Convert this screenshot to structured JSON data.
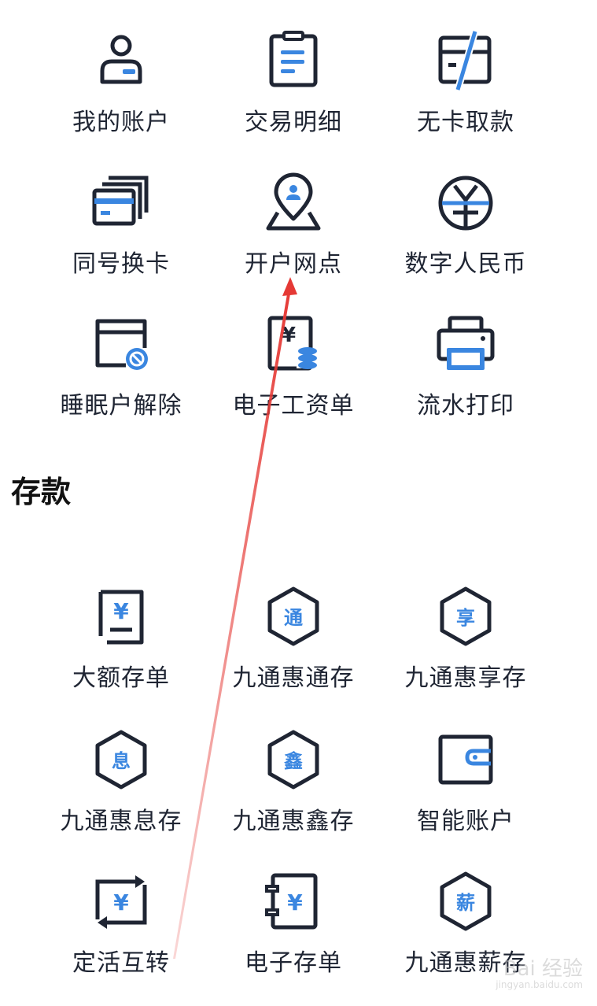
{
  "top_grid": [
    {
      "label": "我的账户",
      "icon": "user-account-icon"
    },
    {
      "label": "交易明细",
      "icon": "transaction-details-icon"
    },
    {
      "label": "无卡取款",
      "icon": "cardless-withdrawal-icon"
    },
    {
      "label": "同号换卡",
      "icon": "card-replace-icon"
    },
    {
      "label": "开户网点",
      "icon": "branch-location-icon"
    },
    {
      "label": "数字人民币",
      "icon": "digital-rmb-icon"
    },
    {
      "label": "睡眠户解除",
      "icon": "dormant-account-icon"
    },
    {
      "label": "电子工资单",
      "icon": "e-payslip-icon"
    },
    {
      "label": "流水打印",
      "icon": "printer-icon"
    }
  ],
  "deposit_section": {
    "title": "存款",
    "items": [
      {
        "label": "大额存单",
        "icon": "large-deposit-icon",
        "glyph": "¥"
      },
      {
        "label": "九通惠通存",
        "icon": "jiutong-tong-icon",
        "glyph": "通"
      },
      {
        "label": "九通惠享存",
        "icon": "jiutong-xiang-icon",
        "glyph": "享"
      },
      {
        "label": "九通惠息存",
        "icon": "jiutong-xi-icon",
        "glyph": "息"
      },
      {
        "label": "九通惠鑫存",
        "icon": "jiutong-xin-icon",
        "glyph": "鑫"
      },
      {
        "label": "智能账户",
        "icon": "smart-account-wallet-icon"
      },
      {
        "label": "定活互转",
        "icon": "fixed-demand-transfer-icon",
        "glyph": "¥"
      },
      {
        "label": "电子存单",
        "icon": "e-deposit-icon",
        "glyph": "¥"
      },
      {
        "label": "九通惠薪存",
        "icon": "jiutong-xin-salary-icon",
        "glyph": "薪"
      }
    ]
  },
  "colors": {
    "icon_dark": "#1f2533",
    "icon_blue": "#3a86e0",
    "annotation_red": "#e53935"
  },
  "watermark": {
    "text": "Bai 经验",
    "sub": "jingyan.baidu.com"
  }
}
